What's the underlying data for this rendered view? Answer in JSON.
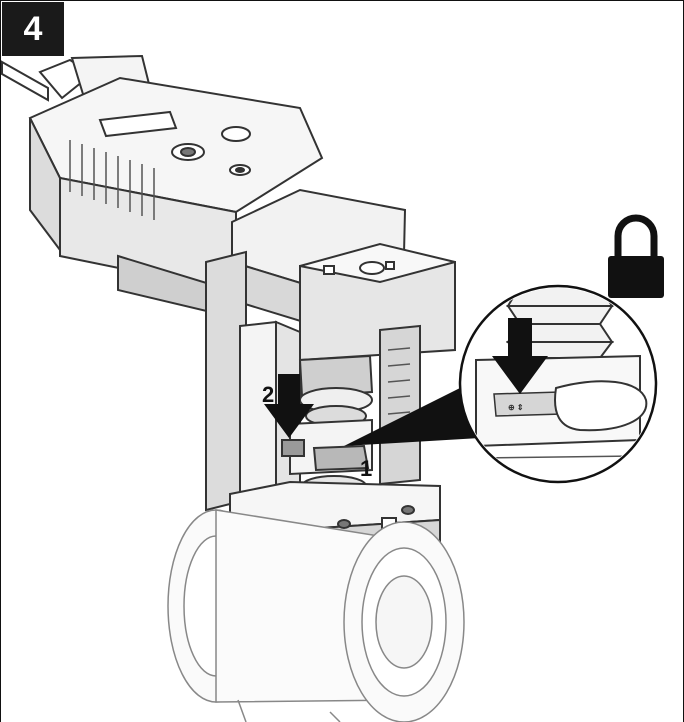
{
  "step": {
    "number": "4"
  },
  "callouts": {
    "one": "1",
    "two": "2"
  },
  "icons": {
    "lock": "lock-closed-icon"
  },
  "colors": {
    "ink": "#1a1a1a",
    "line": "#333333",
    "fill_light": "#f2f2f2",
    "fill_mid": "#cfcfcf",
    "fill_dark": "#9a9a9a",
    "arrow": "#111111"
  }
}
